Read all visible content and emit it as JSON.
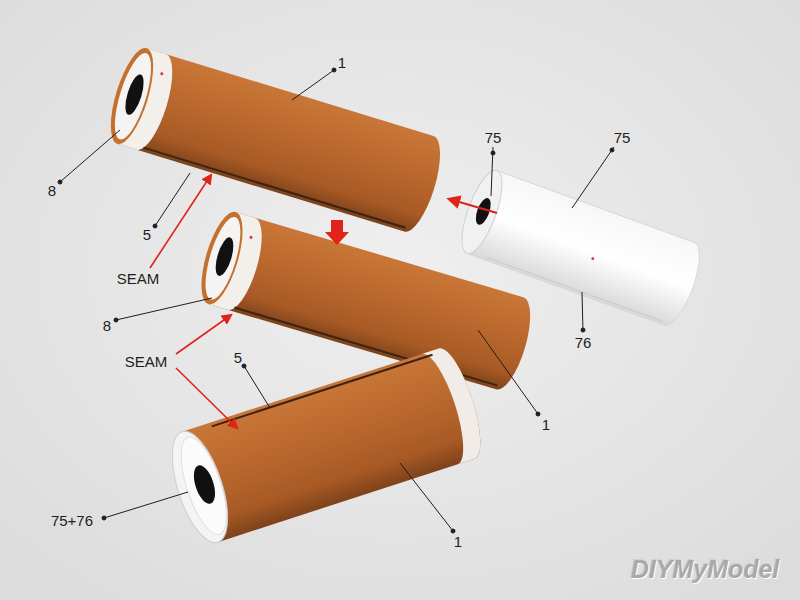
{
  "diagram": {
    "labels": [
      "1",
      "75",
      "75",
      "8",
      "5",
      "SEAM",
      "8",
      "76",
      "SEAM",
      "5",
      "1",
      "75+76",
      "1",
      "DIYMyModel"
    ]
  }
}
